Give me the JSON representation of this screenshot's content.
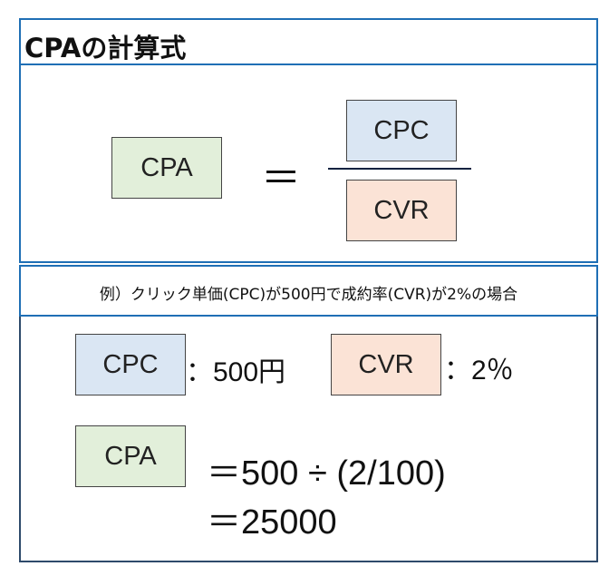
{
  "title": "CPAの計算式",
  "formula": {
    "lhs": "CPA",
    "equals": "＝",
    "numerator": "CPC",
    "denominator": "CVR"
  },
  "example_caption": "例）クリック単価(CPC)が500円で成約率(CVR)が2%の場合",
  "calc": {
    "cpc_label": "CPC",
    "cpc_value": "：500円",
    "cvr_label": "CVR",
    "cvr_value": "：2％",
    "cpa_label": "CPA",
    "line1": "＝500 ÷ (2/100)",
    "line2": "＝25000"
  },
  "colors": {
    "border": "#1f6fb5",
    "green_box": "#e2efda",
    "blue_box": "#dae6f3",
    "peach_box": "#fbe3d6"
  }
}
